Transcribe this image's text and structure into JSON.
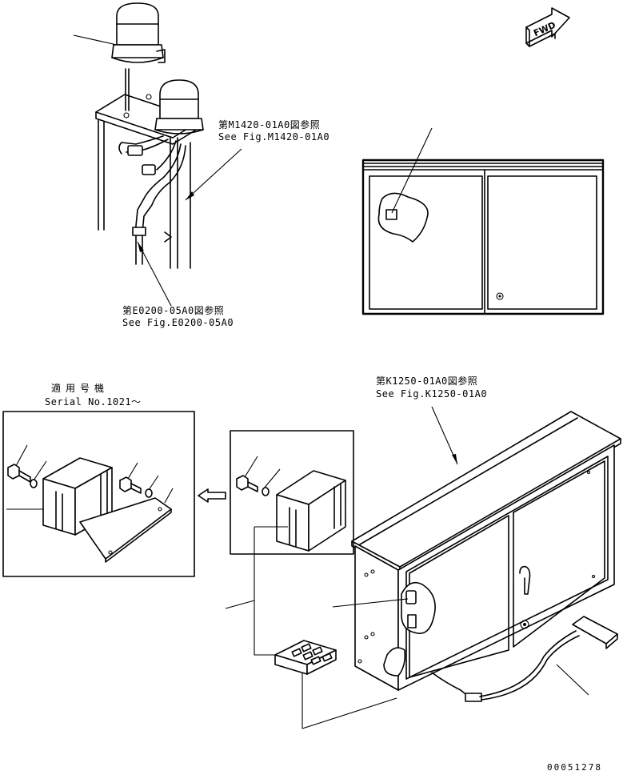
{
  "fwd_label": "FWD",
  "callouts": {
    "m1420": {
      "jp": "第M1420-01A0図参照",
      "en": "See Fig.M1420-01A0"
    },
    "e0200": {
      "jp": "第E0200-05A0図参照",
      "en": "See Fig.E0200-05A0"
    },
    "k1250": {
      "jp": "第K1250-01A0図参照",
      "en": "See Fig.K1250-01A0"
    }
  },
  "serial": {
    "jp": "適用号機",
    "en": "Serial No.1021～"
  },
  "doc_number": "00051278"
}
